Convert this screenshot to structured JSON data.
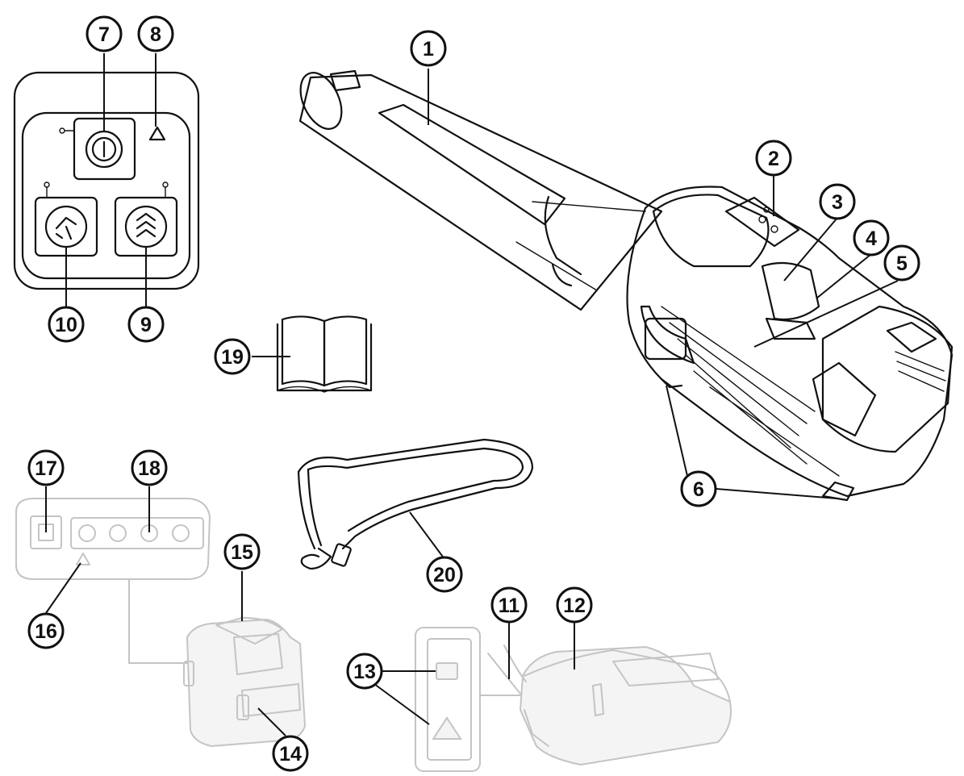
{
  "callouts": [
    {
      "id": "1",
      "label": "1"
    },
    {
      "id": "2",
      "label": "2"
    },
    {
      "id": "3",
      "label": "3"
    },
    {
      "id": "4",
      "label": "4"
    },
    {
      "id": "5",
      "label": "5"
    },
    {
      "id": "6",
      "label": "6"
    },
    {
      "id": "7",
      "label": "7"
    },
    {
      "id": "8",
      "label": "8"
    },
    {
      "id": "9",
      "label": "9"
    },
    {
      "id": "10",
      "label": "10"
    },
    {
      "id": "11",
      "label": "11"
    },
    {
      "id": "12",
      "label": "12"
    },
    {
      "id": "13",
      "label": "13"
    },
    {
      "id": "14",
      "label": "14"
    },
    {
      "id": "15",
      "label": "15"
    },
    {
      "id": "16",
      "label": "16"
    },
    {
      "id": "17",
      "label": "17"
    },
    {
      "id": "18",
      "label": "18"
    },
    {
      "id": "19",
      "label": "19"
    },
    {
      "id": "20",
      "label": "20"
    }
  ],
  "icons": {
    "control_panel": "control-panel-icon",
    "power_button": "power-button-icon",
    "warning_led": "warning-triangle-icon",
    "turbo_button": "turbo-chevron-icon",
    "fan_button": "fan-mode-icon",
    "manual": "manual-book-icon",
    "strap": "shoulder-strap-icon",
    "blower": "leaf-blower-icon",
    "battery": "battery-pack-icon",
    "charger": "battery-charger-icon"
  },
  "colors": {
    "line": "#111111",
    "faint_line": "#c4c4c4",
    "background": "#ffffff"
  }
}
